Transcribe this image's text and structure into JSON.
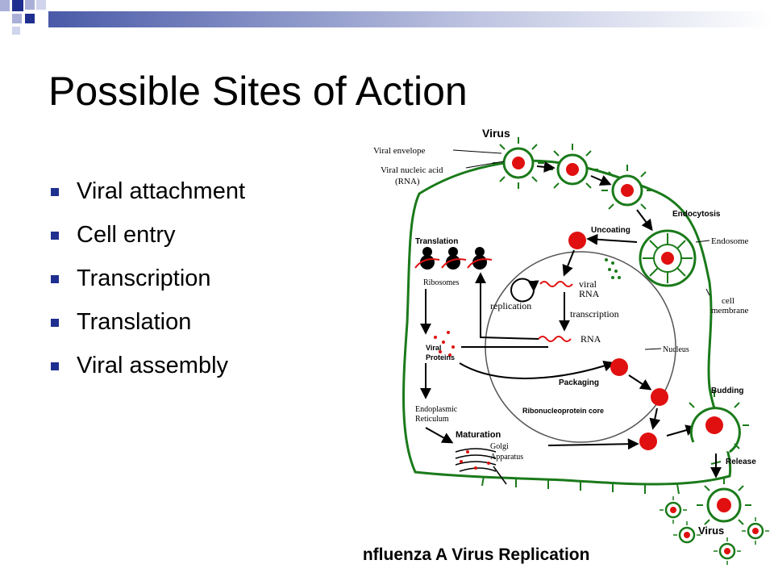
{
  "slide": {
    "title": "Possible Sites of Action",
    "bullets": [
      "Viral attachment",
      "Cell entry",
      "Transcription",
      "Translation",
      "Viral assembly"
    ]
  },
  "diagram": {
    "labels": {
      "virus_top": "Virus",
      "viral_envelope": "Viral envelope",
      "viral_nucleic_acid_1": "Viral nucleic acid",
      "viral_nucleic_acid_2": "(RNA)",
      "endocytosis": "Endocytosis",
      "uncoating": "Uncoating",
      "endosome": "Endosome",
      "cell_membrane_1": "cell",
      "cell_membrane_2": "membrane",
      "translation": "Translation",
      "ribosomes": "Ribosomes",
      "viral_rna_1": "viral",
      "viral_rna_2": "RNA",
      "replication": "replication",
      "transcription": "transcription",
      "rna": "RNA",
      "viral_proteins_1": "Viral",
      "viral_proteins_2": "Proteins",
      "nucleus": "Nucleus",
      "packaging": "Packaging",
      "ribonucleoprotein_core": "Ribonucleoprotein core",
      "budding": "Budding",
      "er_1": "Endoplasmic",
      "er_2": "Reticulum",
      "maturation": "Maturation",
      "golgi_1": "Golgi",
      "golgi_2": "Apparatus",
      "release": "Release",
      "virus_bottom": "Virus"
    },
    "caption": "Influenza A Virus Replication",
    "colors": {
      "membrane": "#1a7a1a",
      "virus_core": "#e01010",
      "nav": "#1f2f8f"
    }
  }
}
